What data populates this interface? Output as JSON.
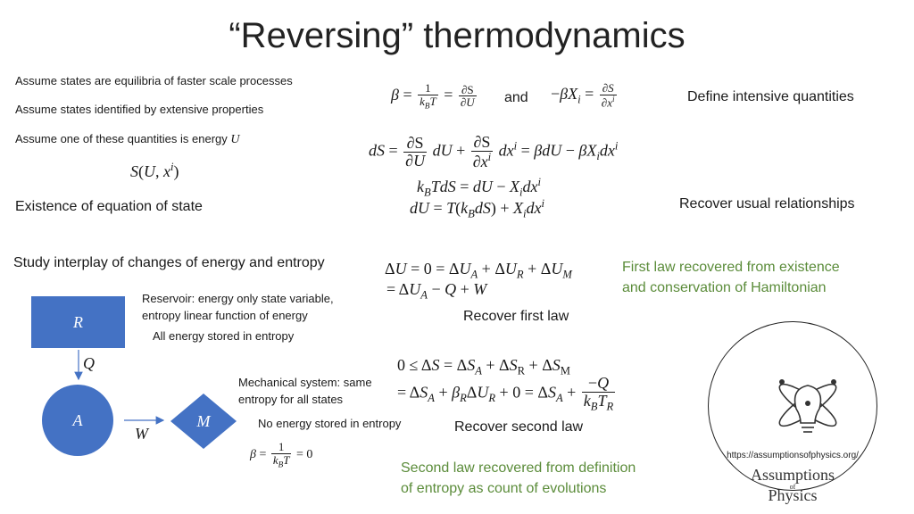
{
  "title": "“Reversing” thermodynamics",
  "assumptions": [
    "Assume states are equilibria of faster scale processes",
    "Assume states identified by extensive properties",
    "Assume one of these quantities is energy "
  ],
  "energy_symbol": "U",
  "equation_of_state_label": "Existence of equation of state",
  "define_intensive_label": "Define intensive quantities",
  "and_label": "and",
  "recover_usual_label": "Recover usual relationships",
  "study_label": "Study interplay of changes of energy and entropy",
  "reservoir_label_1": "Reservoir: energy only state variable,",
  "reservoir_label_2": "entropy linear function of energy",
  "all_energy_label": "All energy stored in entropy",
  "mechanical_label_1": "Mechanical system: same",
  "mechanical_label_2": "entropy for all states",
  "no_energy_label": "No energy stored in entropy",
  "recover_first_label": "Recover first law",
  "recover_second_label": "Recover second law",
  "first_law_note_1": "First law recovered from existence",
  "first_law_note_2": "and conservation of Hamiltonian",
  "second_law_note_1": "Second law recovered from definition",
  "second_law_note_2": "of entropy as count of evolutions",
  "nodes": {
    "reservoir": "R",
    "system": "A",
    "mechanical": "M"
  },
  "edges": {
    "heat": "Q",
    "work": "W"
  },
  "logo": {
    "url": "https://assumptionsofphysics.org/",
    "line1": "Assumptions",
    "of": "of",
    "line2": "Physics"
  },
  "colors": {
    "node_fill": "#4472c4",
    "note_green": "#5b8c3a",
    "arrow": "#4472c4"
  }
}
